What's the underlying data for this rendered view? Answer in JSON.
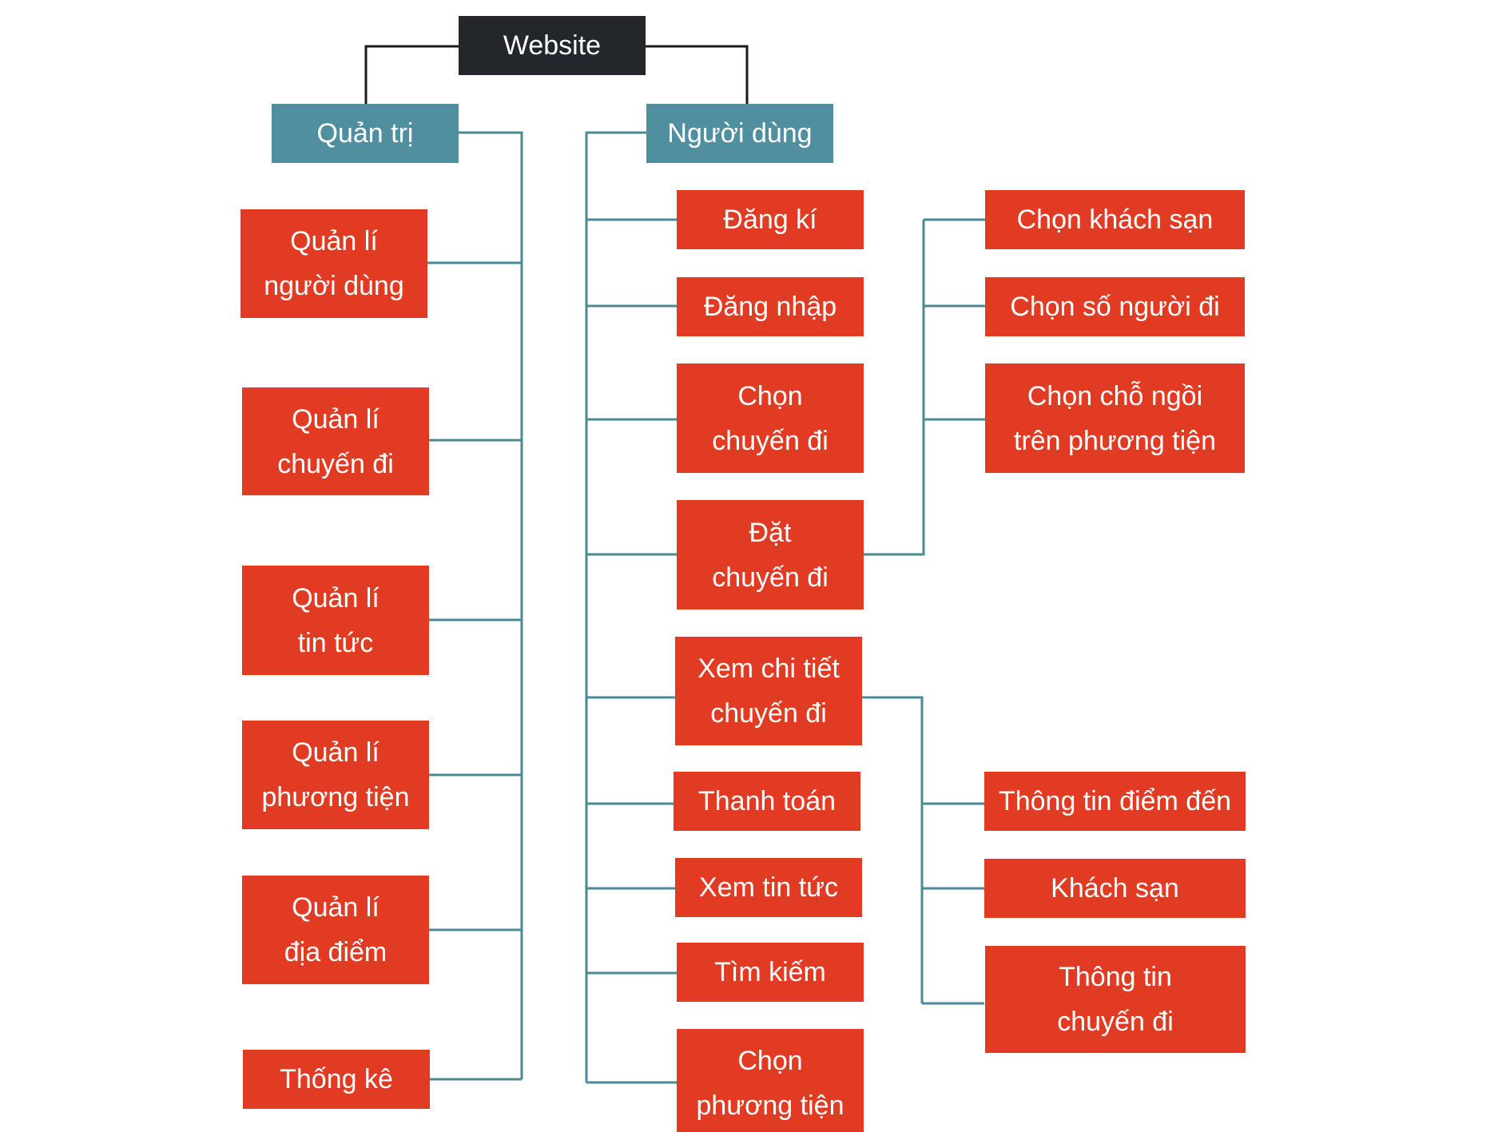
{
  "colors": {
    "root": "#23272b",
    "branch": "#4f8fa0",
    "leaf": "#e23b24",
    "root_link": "#1a1a1a",
    "link": "#4a8a96"
  },
  "root": {
    "label": "Website"
  },
  "admin": {
    "label": "Quản trị",
    "items": [
      {
        "label": "Quản lí\nngười dùng"
      },
      {
        "label": "Quản lí\nchuyến đi"
      },
      {
        "label": "Quản lí\ntin tức"
      },
      {
        "label": "Quản lí\nphương tiện"
      },
      {
        "label": "Quản lí\nđịa điểm"
      },
      {
        "label": "Thống kê"
      }
    ]
  },
  "user": {
    "label": "Người dùng",
    "items": [
      {
        "label": "Đăng kí"
      },
      {
        "label": "Đăng nhập"
      },
      {
        "label": "Chọn\nchuyến đi"
      },
      {
        "label": "Đặt\nchuyến đi"
      },
      {
        "label": "Xem chi tiết\nchuyến đi"
      },
      {
        "label": "Thanh toán"
      },
      {
        "label": "Xem tin tức"
      },
      {
        "label": "Tìm kiếm"
      },
      {
        "label": "Chọn\nphương tiện"
      }
    ]
  },
  "booking": {
    "items": [
      {
        "label": "Chọn khách sạn"
      },
      {
        "label": "Chọn số người đi"
      },
      {
        "label": "Chọn chỗ ngồi\ntrên phương tiện"
      }
    ]
  },
  "trip_detail": {
    "items": [
      {
        "label": "Thông tin điểm đến"
      },
      {
        "label": "Khách sạn"
      },
      {
        "label": "Thông tin\nchuyến đi"
      }
    ]
  }
}
